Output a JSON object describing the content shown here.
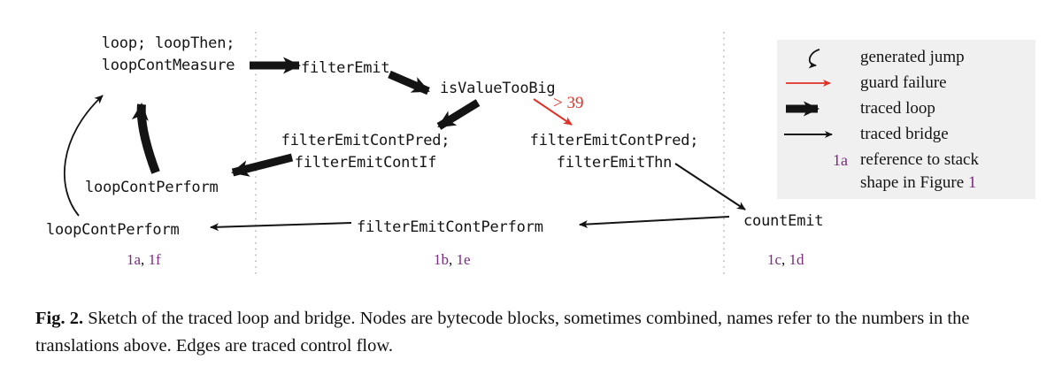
{
  "figure": {
    "nodes": [
      {
        "id": "loop",
        "text": "loop; loopThen;\nloopContMeasure",
        "column": "left"
      },
      {
        "id": "filterEmit",
        "text": "filterEmit",
        "column": "middle"
      },
      {
        "id": "isValueTooBig",
        "text": "isValueTooBig",
        "column": "middle"
      },
      {
        "id": "filterEmitContIf",
        "text": "filterEmitContPred;\nfilterEmitContIf",
        "column": "middle"
      },
      {
        "id": "filterEmitThn",
        "text": "filterEmitContPred;\nfilterEmitThn",
        "column": "right"
      },
      {
        "id": "loopContPerformMid",
        "text": "loopContPerform",
        "column": "left"
      },
      {
        "id": "loopContPerformBottom",
        "text": "loopContPerform",
        "column": "left"
      },
      {
        "id": "filterEmitContPerform",
        "text": "filterEmitContPerform",
        "column": "middle"
      },
      {
        "id": "countEmit",
        "text": "countEmit",
        "column": "right"
      }
    ],
    "guard_label": "> 39",
    "stack_labels": [
      {
        "id": "left",
        "first": "1a",
        "sep": ", ",
        "second": "1f"
      },
      {
        "id": "middle",
        "first": "1b",
        "sep": ", ",
        "second": "1e"
      },
      {
        "id": "right",
        "first": "1c",
        "sep": ", ",
        "second": "1d"
      }
    ],
    "colors": {
      "guard": "#e03127",
      "stack_reference": "#7d2a82",
      "edge": "#141414",
      "legend_background": "#f0f0f0",
      "divider": "#b9b9b9"
    }
  },
  "legend": {
    "rows": [
      {
        "glyph": "generated-jump-icon",
        "label": "generated jump"
      },
      {
        "glyph": "guard-failure-icon",
        "label": "guard failure"
      },
      {
        "glyph": "traced-loop-icon",
        "label": "traced loop"
      },
      {
        "glyph": "traced-bridge-icon",
        "label": "traced bridge"
      }
    ],
    "reference": {
      "key": "1a",
      "line1": "reference to stack",
      "line2_before": "shape in Figure ",
      "line2_number": "1"
    }
  },
  "caption": {
    "label": "Fig. 2.",
    "text": "Sketch of the traced loop and bridge. Nodes are bytecode blocks, sometimes combined, names refer to the numbers in the translations above. Edges are traced control flow."
  }
}
